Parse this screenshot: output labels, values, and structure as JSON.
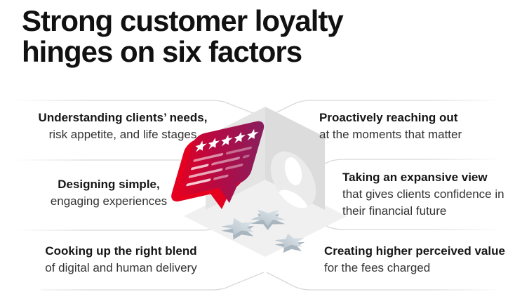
{
  "title": {
    "line1": "Strong customer loyalty",
    "line2": "hinges on six factors"
  },
  "factors": [
    {
      "bold": "Understanding clients’ needs,",
      "rest": "risk appetite, and life stages"
    },
    {
      "bold": "Proactively reaching out",
      "rest": "at the moments that matter"
    },
    {
      "bold": "Designing simple,",
      "rest": "engaging experiences"
    },
    {
      "bold": "Taking an expansive view",
      "rest": "that gives clients confidence in their financial future"
    },
    {
      "bold": "Cooking up the right blend",
      "rest": "of digital and human delivery"
    },
    {
      "bold": "Creating higher perceived value",
      "rest": "for the fees charged"
    }
  ],
  "illustration": {
    "icons": [
      "speech-bubble-icon",
      "rating-stars-icon",
      "message-lines",
      "open-box",
      "avatar-icon",
      "floor-star-icon"
    ],
    "review_star_count": 5,
    "floor_star_count": 3
  },
  "colors": {
    "accent_red": "#e4002b",
    "accent_magenta": "#8a1d5c",
    "outline_gray": "#d9d9d9",
    "title_text": "#111111",
    "bold_text": "#161616",
    "body_text": "#333333",
    "wall_gray": "#e0e0e0",
    "floor_gray": "#f0f0f0",
    "star_gray": "#c6d1d9"
  }
}
